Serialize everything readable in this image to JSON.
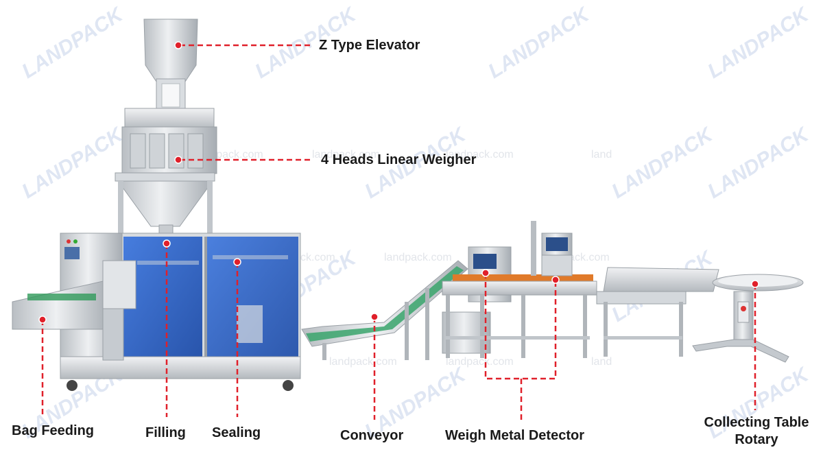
{
  "watermark": {
    "logo_text": "LANDPACK",
    "site_text": "landpack.com",
    "site_partial": "land"
  },
  "labels": {
    "z_elevator": "Z Type Elevator",
    "linear_weigher": "4 Heads Linear Weigher",
    "bag_feeding": "Bag Feeding",
    "filling": "Filling",
    "sealing": "Sealing",
    "conveyor": "Conveyor",
    "weigh_metal_detector": "Weigh Metal Detector",
    "collecting_table_line1": "Collecting Table",
    "collecting_table_line2": "Rotary"
  },
  "colors": {
    "leader_line": "#e0202a",
    "steel_light": "#e4e6e8",
    "steel_mid": "#c4c8cc",
    "steel_dark": "#8a9096",
    "blue_panel": "#2d62c8",
    "belt_green": "#3aa76d",
    "watermark": "#d9e2f2"
  }
}
